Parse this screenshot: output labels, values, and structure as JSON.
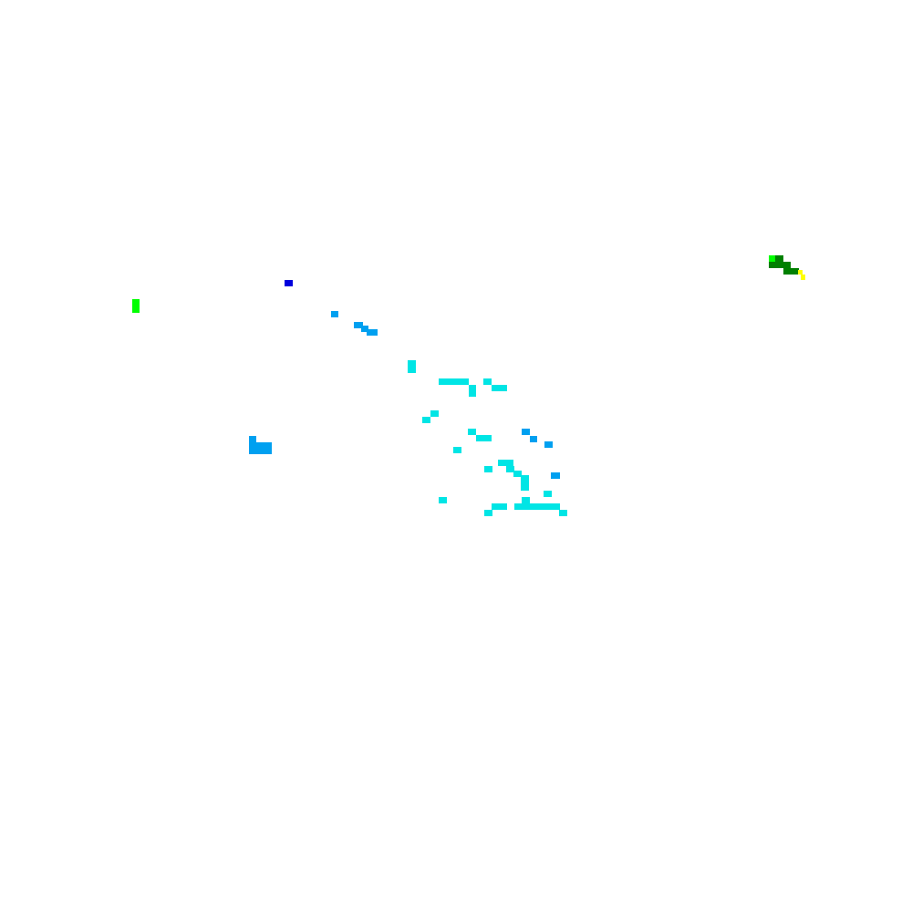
{
  "map": {
    "background_color": "#ffffff",
    "palette": {
      "blue": "#0000dd",
      "azure": "#00a0f0",
      "cyan": "#00e5e5",
      "bright-green": "#00ff00",
      "green": "#008000",
      "yellow": "#ffff00"
    },
    "clusters": [
      {
        "name": "northwest-blue-dot",
        "color_key": "blue"
      },
      {
        "name": "west-green-mark",
        "color_key": "bright-green"
      },
      {
        "name": "west-azure-block",
        "color_key": "azure"
      },
      {
        "name": "central-azure-trail",
        "color_key": "azure"
      },
      {
        "name": "central-cyan-cluster",
        "color_key": "cyan"
      },
      {
        "name": "east-green-chain",
        "color_key": "green"
      },
      {
        "name": "east-yellow-tip",
        "color_key": "yellow"
      }
    ]
  }
}
